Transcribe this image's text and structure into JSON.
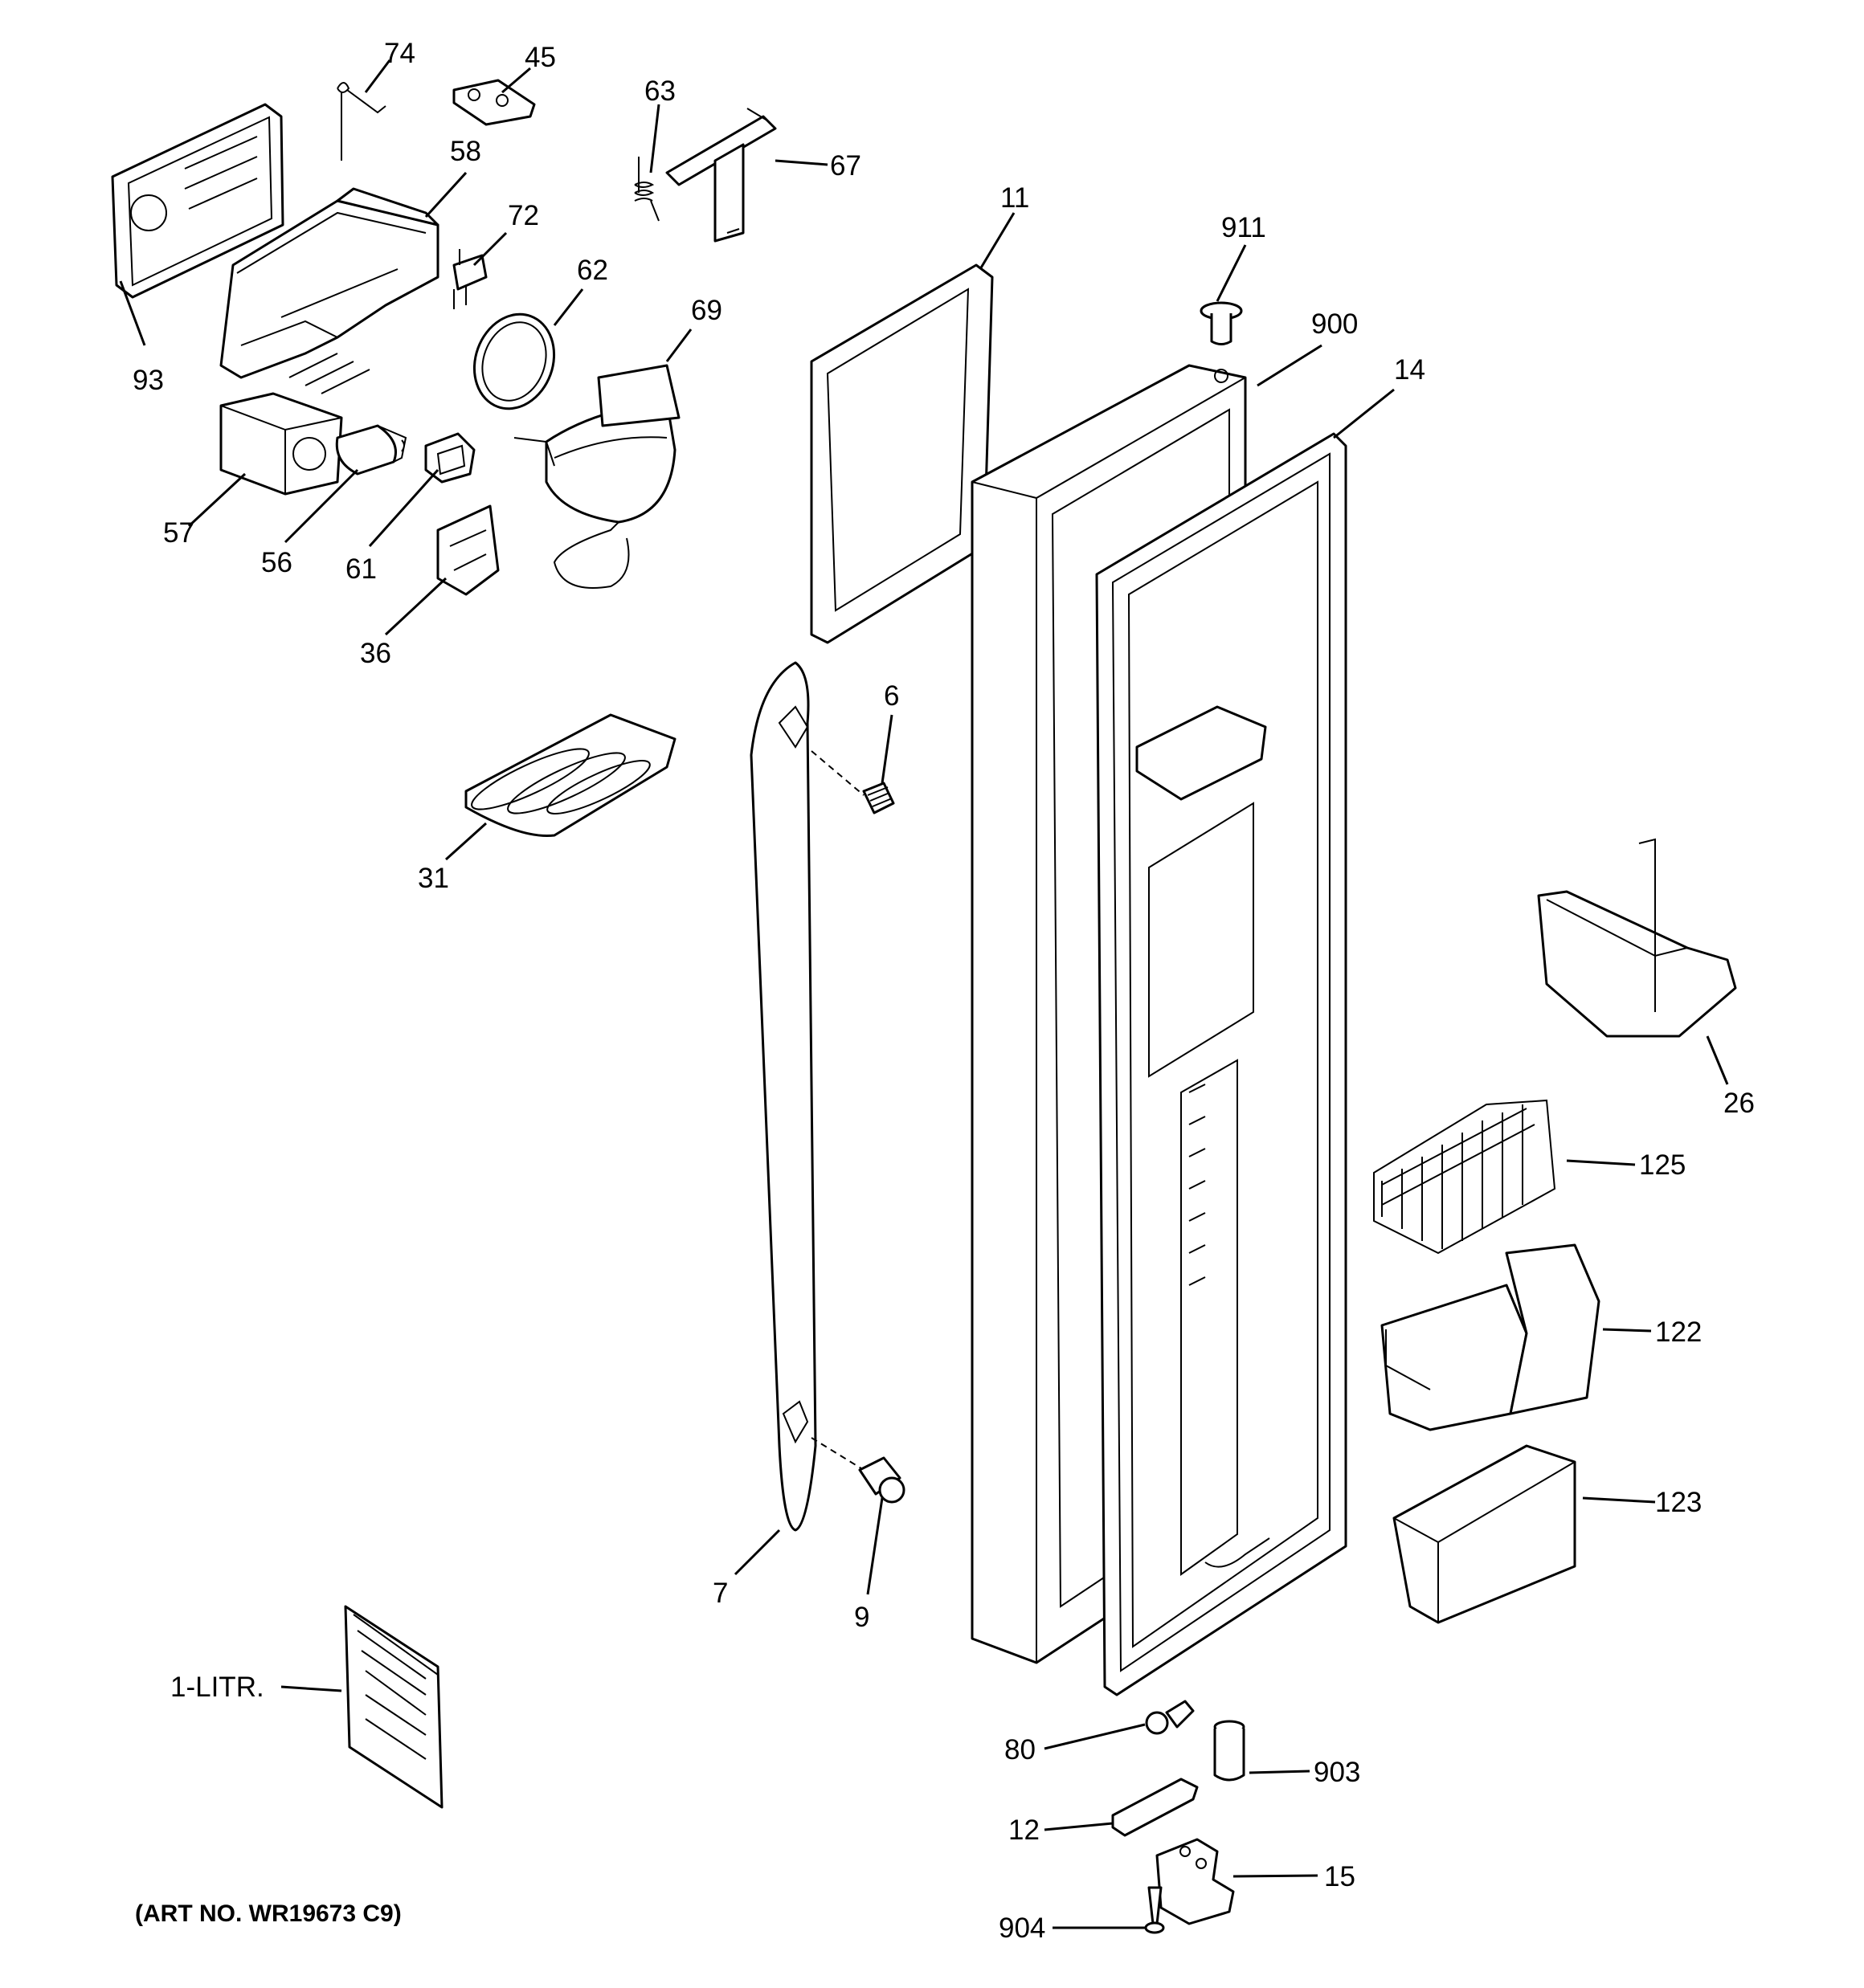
{
  "diagram": {
    "art_number": "(ART NO. WR19673 C9)",
    "callouts": {
      "c74": "74",
      "c45": "45",
      "c63": "63",
      "c67": "67",
      "c58": "58",
      "c72": "72",
      "c62": "62",
      "c69": "69",
      "c93": "93",
      "c57": "57",
      "c56": "56",
      "c61": "61",
      "c36": "36",
      "c11": "11",
      "c911": "911",
      "c900": "900",
      "c14": "14",
      "c6": "6",
      "c31": "31",
      "c7": "7",
      "c9": "9",
      "c26": "26",
      "c125": "125",
      "c122": "122",
      "c123": "123",
      "c1litr": "1-LITR.",
      "c80": "80",
      "c903": "903",
      "c12": "12",
      "c15": "15",
      "c904": "904"
    }
  }
}
